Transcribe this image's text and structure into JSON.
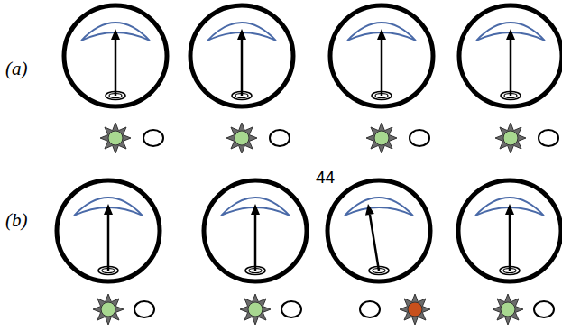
{
  "diagram": {
    "labels": [
      "(a)",
      "44",
      "(b)"
    ]
  }
}
